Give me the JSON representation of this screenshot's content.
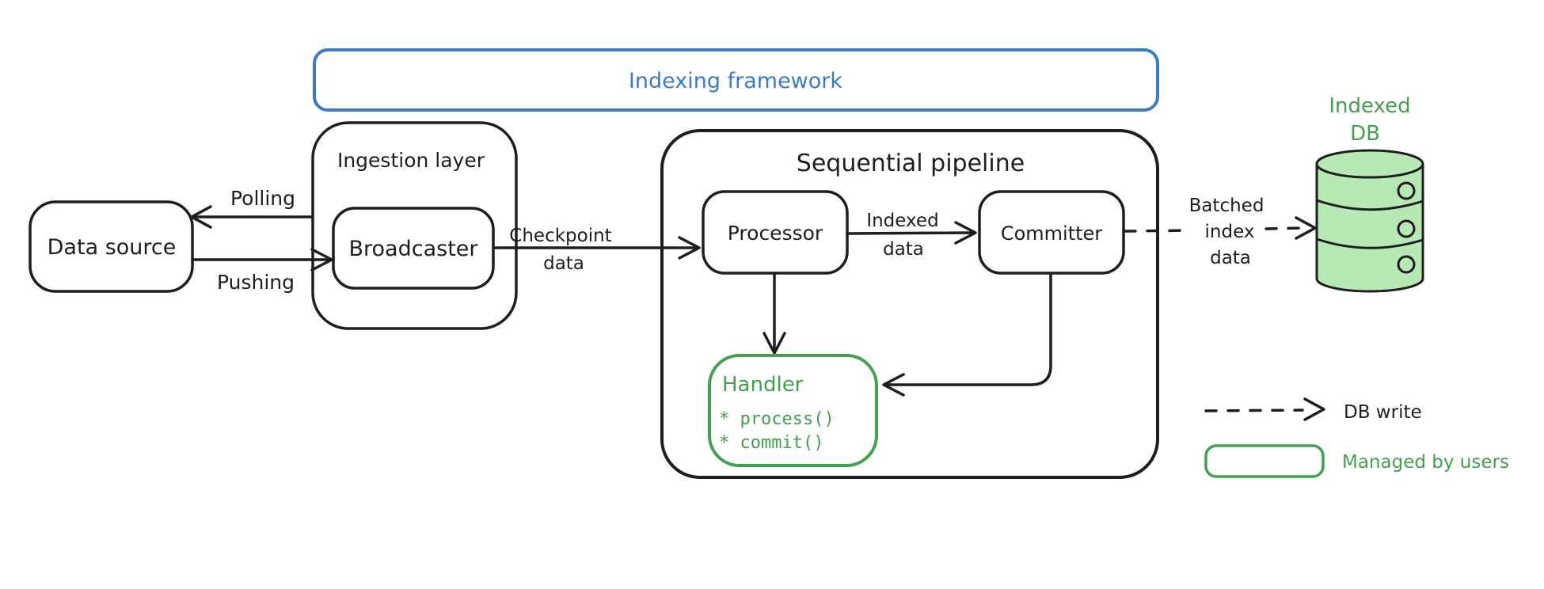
{
  "frame": {
    "label": "Indexing framework"
  },
  "nodes": {
    "data_source": {
      "label": "Data source"
    },
    "ingestion_layer": {
      "label": "Ingestion layer"
    },
    "broadcaster": {
      "label": "Broadcaster"
    },
    "pipeline": {
      "label": "Sequential pipeline"
    },
    "processor": {
      "label": "Processor"
    },
    "committer": {
      "label": "Committer"
    },
    "handler": {
      "title": "Handler",
      "methods": [
        "* process()",
        "* commit()"
      ]
    },
    "indexed_db": {
      "line1": "Indexed",
      "line2": "DB"
    }
  },
  "edges": {
    "polling": {
      "label": "Polling"
    },
    "pushing": {
      "label": "Pushing"
    },
    "checkpoint": {
      "line1": "Checkpoint",
      "line2": "data"
    },
    "indexed": {
      "line1": "Indexed",
      "line2": "data"
    },
    "batched": {
      "line1": "Batched",
      "line2": "index",
      "line3": "data"
    }
  },
  "legend": {
    "db_write": "DB write",
    "managed_by_users": "Managed by users"
  },
  "colors": {
    "ink": "#1e1e1e",
    "blue": "#3a7cc4",
    "green": "#43a04f",
    "db_fill": "#b6e9b4",
    "background": "#ffffff"
  }
}
